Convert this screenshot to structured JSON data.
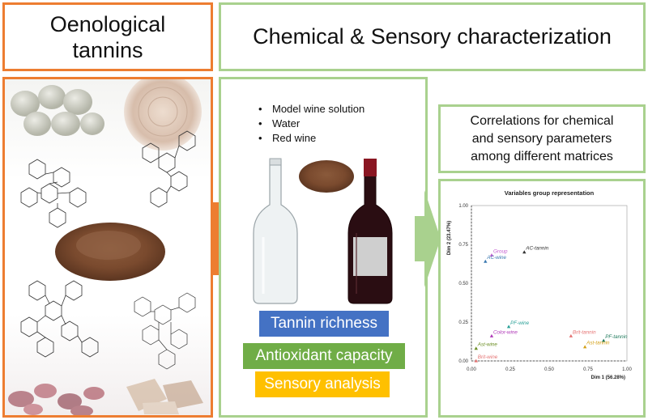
{
  "title_left": "Oenological\ntannins",
  "title_right": "Chemical & Sensory characterization",
  "matrices": [
    "Model wine solution",
    "Water",
    "Red wine"
  ],
  "measures": {
    "tannin_richness": "Tannin richness",
    "antioxidant_capacity": "Antioxidant capacity",
    "sensory_analysis": "Sensory analysis"
  },
  "correlation_text": "Correlations for chemical\nand sensory parameters\namong different matrices",
  "colors": {
    "orange": "#ed7d31",
    "green": "#a9d18e",
    "blue": "#4472c4",
    "green_dark": "#70ad47",
    "yellow": "#ffc000"
  },
  "chart_data": {
    "type": "scatter",
    "title": "Variables group representation",
    "xlabel": "Dim 1 (56.28%)",
    "ylabel": "Dim 2 (23.47%)",
    "xlim": [
      0,
      1
    ],
    "ylim": [
      0,
      1
    ],
    "xticks": [
      "0.00",
      "0.25",
      "0.50",
      "0.75",
      "1.00"
    ],
    "yticks": [
      "0.00",
      "0.25",
      "0.50",
      "0.75",
      "1.00"
    ],
    "points": [
      {
        "label": "AC-tannin",
        "x": 0.34,
        "y": 0.7,
        "color": "#333333"
      },
      {
        "label": "Group",
        "x": 0.13,
        "y": 0.68,
        "color": "#c45ccf"
      },
      {
        "label": "AC-wine",
        "x": 0.09,
        "y": 0.64,
        "color": "#3a78b0"
      },
      {
        "label": "PF-wine",
        "x": 0.24,
        "y": 0.22,
        "color": "#2aa198"
      },
      {
        "label": "Color-wine",
        "x": 0.13,
        "y": 0.16,
        "color": "#b03ab8"
      },
      {
        "label": "Ast-wine",
        "x": 0.03,
        "y": 0.08,
        "color": "#6b8e23"
      },
      {
        "label": "Brit-wine",
        "x": 0.03,
        "y": 0.0,
        "color": "#e57373"
      },
      {
        "label": "Brit-tannin",
        "x": 0.64,
        "y": 0.16,
        "color": "#e57373"
      },
      {
        "label": "PF-tannin",
        "x": 0.85,
        "y": 0.13,
        "color": "#1f7a5c"
      },
      {
        "label": "Ast-tannin",
        "x": 0.73,
        "y": 0.09,
        "color": "#d4a017"
      }
    ]
  }
}
